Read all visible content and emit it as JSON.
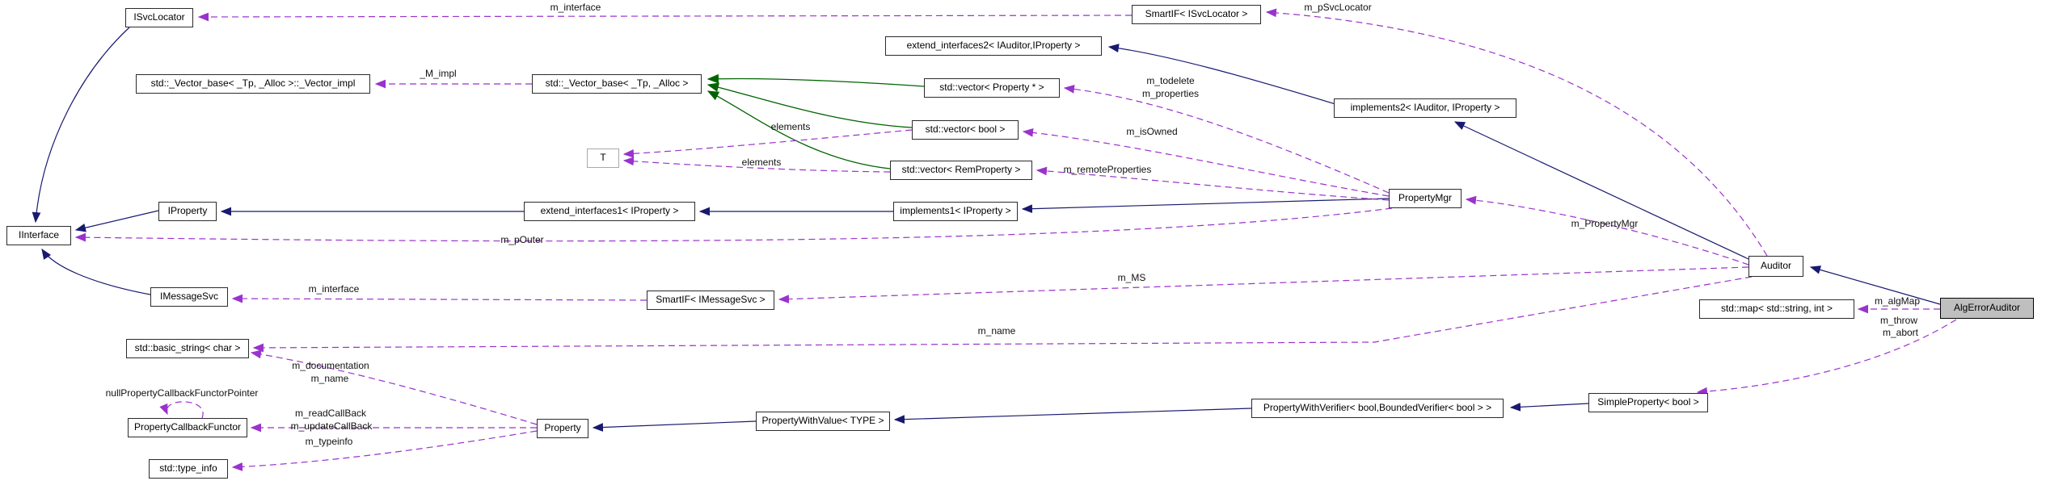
{
  "diagram": {
    "kind": "collaboration-graph",
    "highlighted_node": "AlgErrorAuditor",
    "colors": {
      "inheritance_edge": "#191970",
      "usage_edge": "#9a32cd",
      "protected_inheritance_edge": "#006400",
      "node_border": "#2b2b2b",
      "highlight_fill": "#bfbfbf",
      "background": "#ffffff"
    }
  },
  "nodes": {
    "isvclocator": "ISvcLocator",
    "smartif_isvclocator": "SmartIF< ISvcLocator >",
    "extend_interfaces2": "extend_interfaces2< IAuditor,IProperty >",
    "vector_impl": "std::_Vector_base< _Tp, _Alloc >::_Vector_impl",
    "vector_base": "std::_Vector_base< _Tp, _Alloc >",
    "vector_property": "std::vector< Property * >",
    "vector_bool": "std::vector< bool >",
    "vector_remproperty": "std::vector< RemProperty >",
    "t_param": "T",
    "implements2": "implements2< IAuditor, IProperty >",
    "propertymgr": "PropertyMgr",
    "iproperty": "IProperty",
    "extend_interfaces1": "extend_interfaces1< IProperty >",
    "implements1": "implements1< IProperty >",
    "iinterface": "IInterface",
    "imessagesvc": "IMessageSvc",
    "smartif_imessagesvc": "SmartIF< IMessageSvc >",
    "auditor": "Auditor",
    "std_map": "std::map< std::string, int >",
    "algerrorauditor": "AlgErrorAuditor",
    "basic_string": "std::basic_string< char >",
    "propertycallbackfunctor": "PropertyCallbackFunctor",
    "type_info": "std::type_info",
    "property": "Property",
    "propertywithvalue": "PropertyWithValue< TYPE >",
    "propertywithverifier": "PropertyWithVerifier< bool,BoundedVerifier< bool > >",
    "simpleproperty": "SimpleProperty< bool >"
  },
  "edge_labels": {
    "m_interface_svc": "m_interface",
    "m_psvclocator": "m_pSvcLocator",
    "m_impl": "_M_impl",
    "m_todelete": "m_todelete",
    "m_properties": "m_properties",
    "m_isowned": "m_isOwned",
    "m_remoteproperties": "m_remoteProperties",
    "elements_bool": "elements",
    "elements_rem": "elements",
    "m_propertymgr": "m_PropertyMgr",
    "m_pouter": "m_pOuter",
    "m_ms": "m_MS",
    "m_interface_msg": "m_interface",
    "m_name_auditor": "m_name",
    "m_documentation": "m_documentation",
    "m_name_property": "m_name",
    "m_readcallback": "m_readCallBack",
    "m_updatecallback": "m_updateCallBack",
    "m_typeinfo": "m_typeinfo",
    "nullfunctorptr": "nullPropertyCallbackFunctorPointer",
    "m_algmap": "m_algMap",
    "m_throw": "m_throw",
    "m_abort": "m_abort"
  }
}
